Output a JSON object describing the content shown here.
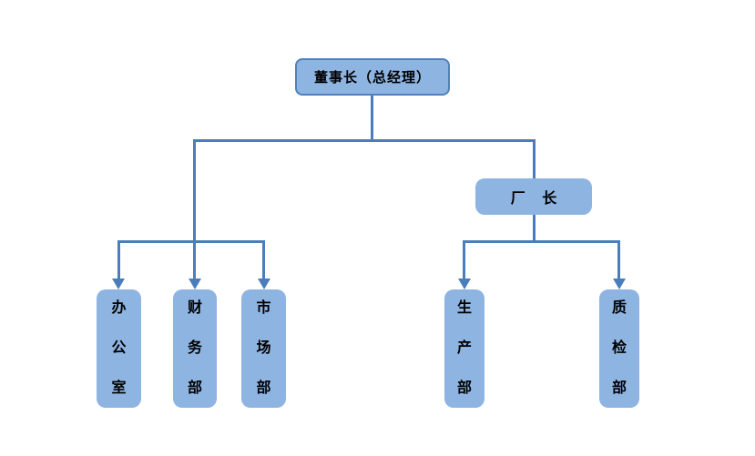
{
  "diagram": {
    "type": "org-chart",
    "colors": {
      "node_fill": "#8EB4E2",
      "node_border": "#4F81BD",
      "connector": "#4A7EBB",
      "text": "#000000",
      "background": "#FFFFFF"
    },
    "nodes": [
      {
        "id": "chairman",
        "label": "董事长（总经理）",
        "parent": null
      },
      {
        "id": "factory-director",
        "label": "厂 长",
        "parent": "chairman"
      },
      {
        "id": "office",
        "label": "办公室",
        "parent": "chairman",
        "chars": [
          "办",
          "公",
          "室"
        ]
      },
      {
        "id": "finance",
        "label": "财务部",
        "parent": "chairman",
        "chars": [
          "财",
          "务",
          "部"
        ]
      },
      {
        "id": "marketing",
        "label": "市场部",
        "parent": "chairman",
        "chars": [
          "市",
          "场",
          "部"
        ]
      },
      {
        "id": "production",
        "label": "生产部",
        "parent": "factory-director",
        "chars": [
          "生",
          "产",
          "部"
        ]
      },
      {
        "id": "quality",
        "label": "质检部",
        "parent": "factory-director",
        "chars": [
          "质",
          "检",
          "部"
        ]
      }
    ]
  }
}
